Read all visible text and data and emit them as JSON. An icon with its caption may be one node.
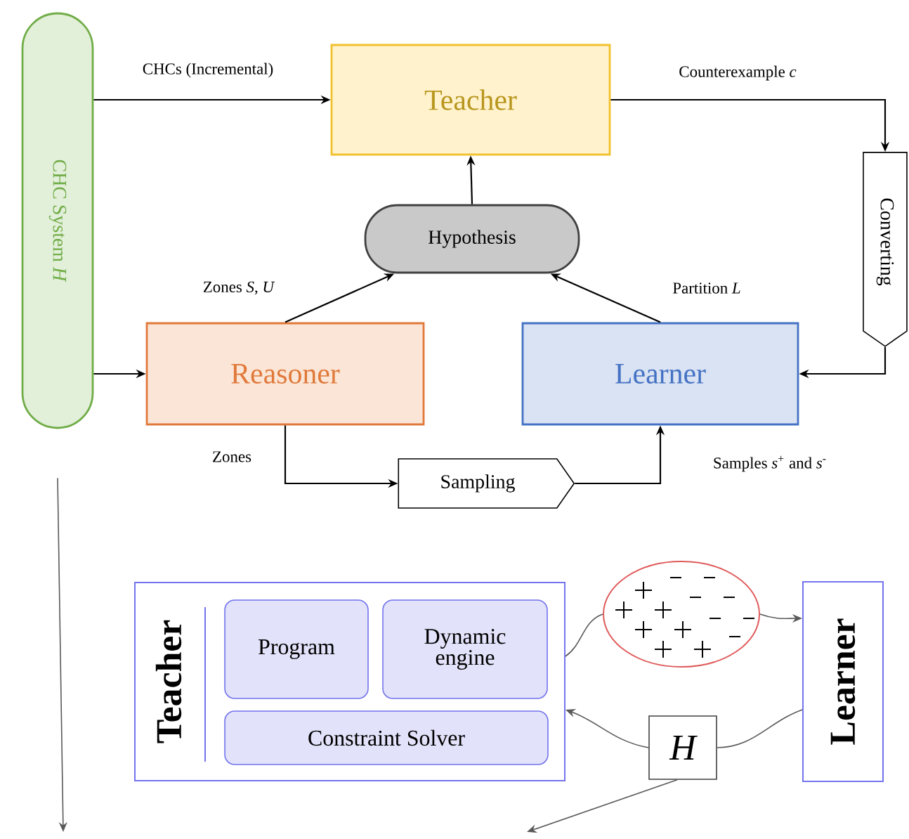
{
  "diagram": {
    "nodes": [
      {
        "text": [
          "CHC System *H*"
        ]
      },
      {
        "text": [
          "Teacher"
        ]
      },
      {
        "text": [
          "Hypothesis"
        ]
      },
      {
        "text": [
          "Reasoner"
        ]
      },
      {
        "text": [
          "Learner"
        ]
      },
      {
        "text": [
          "Converting"
        ]
      },
      {
        "text": [
          "Sampling"
        ]
      },
      {
        "text": [
          "Teacher"
        ]
      },
      {
        "text": [
          "Program"
        ],
        "in": 7
      },
      {
        "text": [
          "Dynamic engine"
        ],
        "in": 7
      },
      {
        "text": [
          "Constraint Solver"
        ],
        "in": 7
      },
      {
        "text": [],
        "shape": "ellipse"
      },
      {
        "text": [
          "Learner"
        ]
      },
      {
        "text": [
          "H"
        ]
      }
    ],
    "edges": [
      {
        "from": 0,
        "to": 1,
        "arrow": "to",
        "label": "CHCs (Incremental)"
      },
      {
        "from": 1,
        "to": 5,
        "arrow": "to",
        "label": "Counterexample *c*"
      },
      {
        "from": 5,
        "to": 4,
        "arrow": "to"
      },
      {
        "from": 0,
        "to": 3,
        "arrow": "to"
      },
      {
        "from": 3,
        "to": 2,
        "arrow": "to",
        "label": "Zones *S*, *U*"
      },
      {
        "from": 4,
        "to": 2,
        "arrow": "to",
        "label": "Partition *L*"
      },
      {
        "from": 2,
        "to": 1,
        "arrow": "to"
      },
      {
        "from": 3,
        "to": 6,
        "arrow": "to",
        "label": "Zones"
      },
      {
        "from": 6,
        "to": 4,
        "arrow": "to",
        "label": "Samples *s*$^{+}$ and *s*$^{-}$"
      },
      {
        "from": 7,
        "to": 11,
        "arrow": "none",
        "color": "#595959"
      },
      {
        "from": 11,
        "to": 12,
        "arrow": "to",
        "color": "#595959"
      },
      {
        "from": 12,
        "to": 13,
        "arrow": "none",
        "color": "#595959"
      },
      {
        "from": 13,
        "to": 7,
        "arrow": "to",
        "color": "#595959"
      },
      {
        "from": 0,
        "to": null,
        "arrow": "to",
        "color": "#595959"
      },
      {
        "from": 13,
        "to": null,
        "arrow": "to",
        "color": "#595959"
      }
    ]
  }
}
